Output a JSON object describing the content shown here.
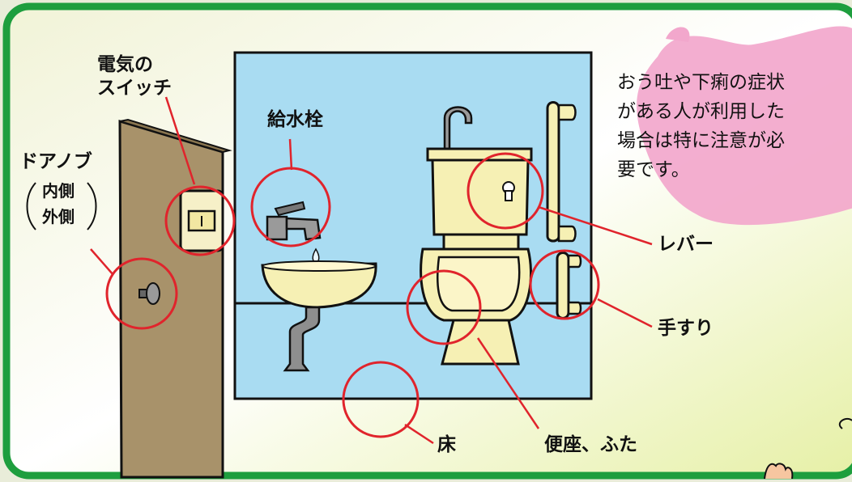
{
  "labels": {
    "switch": [
      "電気の",
      "スイッチ"
    ],
    "faucet": "給水栓",
    "doorknob": "ドアノブ",
    "doorknob_sides": [
      "内側",
      "外側"
    ],
    "lever": "レバー",
    "handrail": "手すり",
    "floor": "床",
    "seat": "便座、ふた"
  },
  "note": {
    "lines": [
      "おう吐や下痢の症状",
      "がある人が利用した",
      "場合は特に注意が必",
      "要です。"
    ]
  },
  "colors": {
    "frame_green": "#1e9e3e",
    "room_blue": "#a9dcf2",
    "circle_red": "#e0242c",
    "door_brown": "#a8926a",
    "fixture_cream": "#f6f0b4",
    "blob_pink": "#f2a7cc"
  }
}
